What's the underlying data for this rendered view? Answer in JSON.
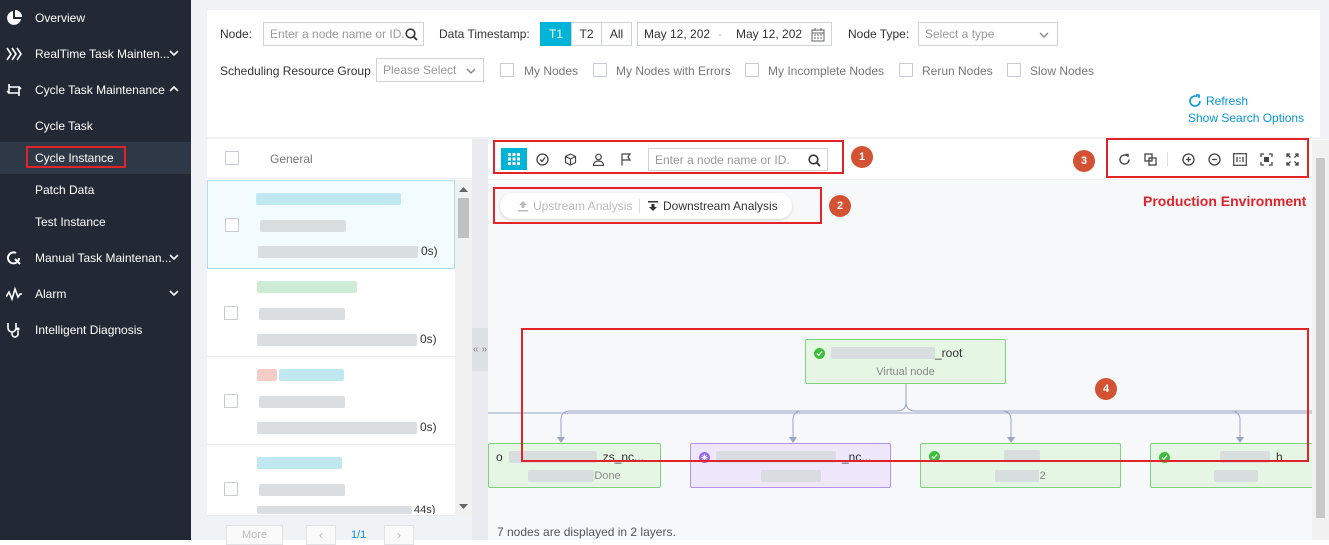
{
  "sidebar": {
    "items": [
      {
        "label": "Overview",
        "icon": "pie-chart-icon"
      },
      {
        "label": "RealTime Task Mainten...",
        "icon": "realtime-icon",
        "expanded": false
      },
      {
        "label": "Cycle Task Maintenance",
        "icon": "cycle-icon",
        "expanded": true
      },
      {
        "label": "Manual Task Maintenan...",
        "icon": "manual-icon",
        "expanded": false
      },
      {
        "label": "Alarm",
        "icon": "pulse-icon",
        "expanded": false
      },
      {
        "label": "Intelligent Diagnosis",
        "icon": "stethoscope-icon"
      }
    ],
    "cycle_sub": [
      "Cycle Task",
      "Cycle Instance",
      "Patch Data",
      "Test Instance"
    ],
    "active": "Cycle Instance"
  },
  "filters": {
    "node_label": "Node:",
    "node_placeholder": "Enter a node name or ID.",
    "timestamp_label": "Data Timestamp:",
    "timestamp_tabs": [
      "T1",
      "T2",
      "All"
    ],
    "timestamp_active": "T1",
    "date_from": "May 12, 202",
    "date_sep": "-",
    "date_to": "May 12, 202",
    "node_type_label": "Node Type:",
    "node_type_placeholder": "Select a type",
    "resource_group_label": "Scheduling Resource Group",
    "resource_group_placeholder": "Please Select",
    "checkboxes": [
      "My Nodes",
      "My Nodes with Errors",
      "My Incomplete Nodes",
      "Rerun Nodes",
      "Slow Nodes"
    ],
    "refresh": "Refresh",
    "show_search": "Show Search Options"
  },
  "list": {
    "header": "General",
    "rows": [
      {
        "tail": "0s)"
      },
      {
        "tail": "0s)"
      },
      {
        "tail": "0s)"
      },
      {
        "tail": "44s)"
      }
    ],
    "more": "More",
    "page": "1/1"
  },
  "graph": {
    "search_placeholder": "Enter a node name or ID.",
    "upstream": "Upstream Analysis",
    "downstream": "Downstream Analysis",
    "environment": "Production Environment",
    "root": {
      "title_suffix": "_root",
      "sub": "Virtual node"
    },
    "children": [
      {
        "title": "zs_nc...",
        "sub": "Done",
        "color": "green"
      },
      {
        "title": "_nc...",
        "sub": "",
        "color": "purple"
      },
      {
        "title": "",
        "sub": "2",
        "color": "green"
      },
      {
        "title": "h",
        "sub": "",
        "color": "green"
      }
    ],
    "footer": "7 nodes are displayed in 2 layers.",
    "annotations": [
      "1",
      "2",
      "3",
      "4"
    ]
  },
  "colors": {
    "accent": "#00b4d8",
    "sidebar_bg": "#222934",
    "highlight": "#e0242a",
    "marker": "#d45234"
  }
}
